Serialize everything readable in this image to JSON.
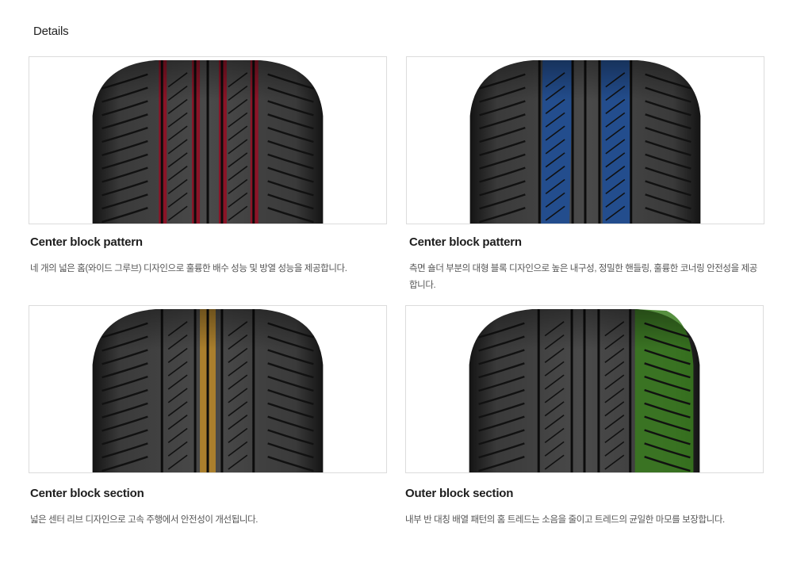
{
  "page": {
    "heading": "Details"
  },
  "cards": [
    {
      "title": "Center block pattern",
      "description": "네 개의 넓은 홈(와이드 그루브) 디자인으로 훌륭한 배수 성능 및 방열 성능을 제공합니다.",
      "highlight": "red-grooves",
      "highlight_color": "#8f1226"
    },
    {
      "title": "Center block pattern",
      "description": "측면 숄더 부분의 대형 블록 디자인으로 높은 내구성, 정밀한 핸들링, 훌륭한 코너링 안전성을 제공합니다.",
      "highlight": "blue-blocks",
      "highlight_color": "#1d4f9a"
    },
    {
      "title": "Center block section",
      "description": "넓은 센터 리브 디자인으로 고속 주행에서 안전성이 개선됩니다.",
      "highlight": "gold-rib",
      "highlight_color": "#b5852a"
    },
    {
      "title": "Outer block section",
      "description": "내부 반 대칭 배열 패턴의 홈 트레드는 소음을 줄이고 트레드의 균일한 마모를 보장합니다.",
      "highlight": "green-shoulder",
      "highlight_color": "#3a7d1f"
    }
  ]
}
